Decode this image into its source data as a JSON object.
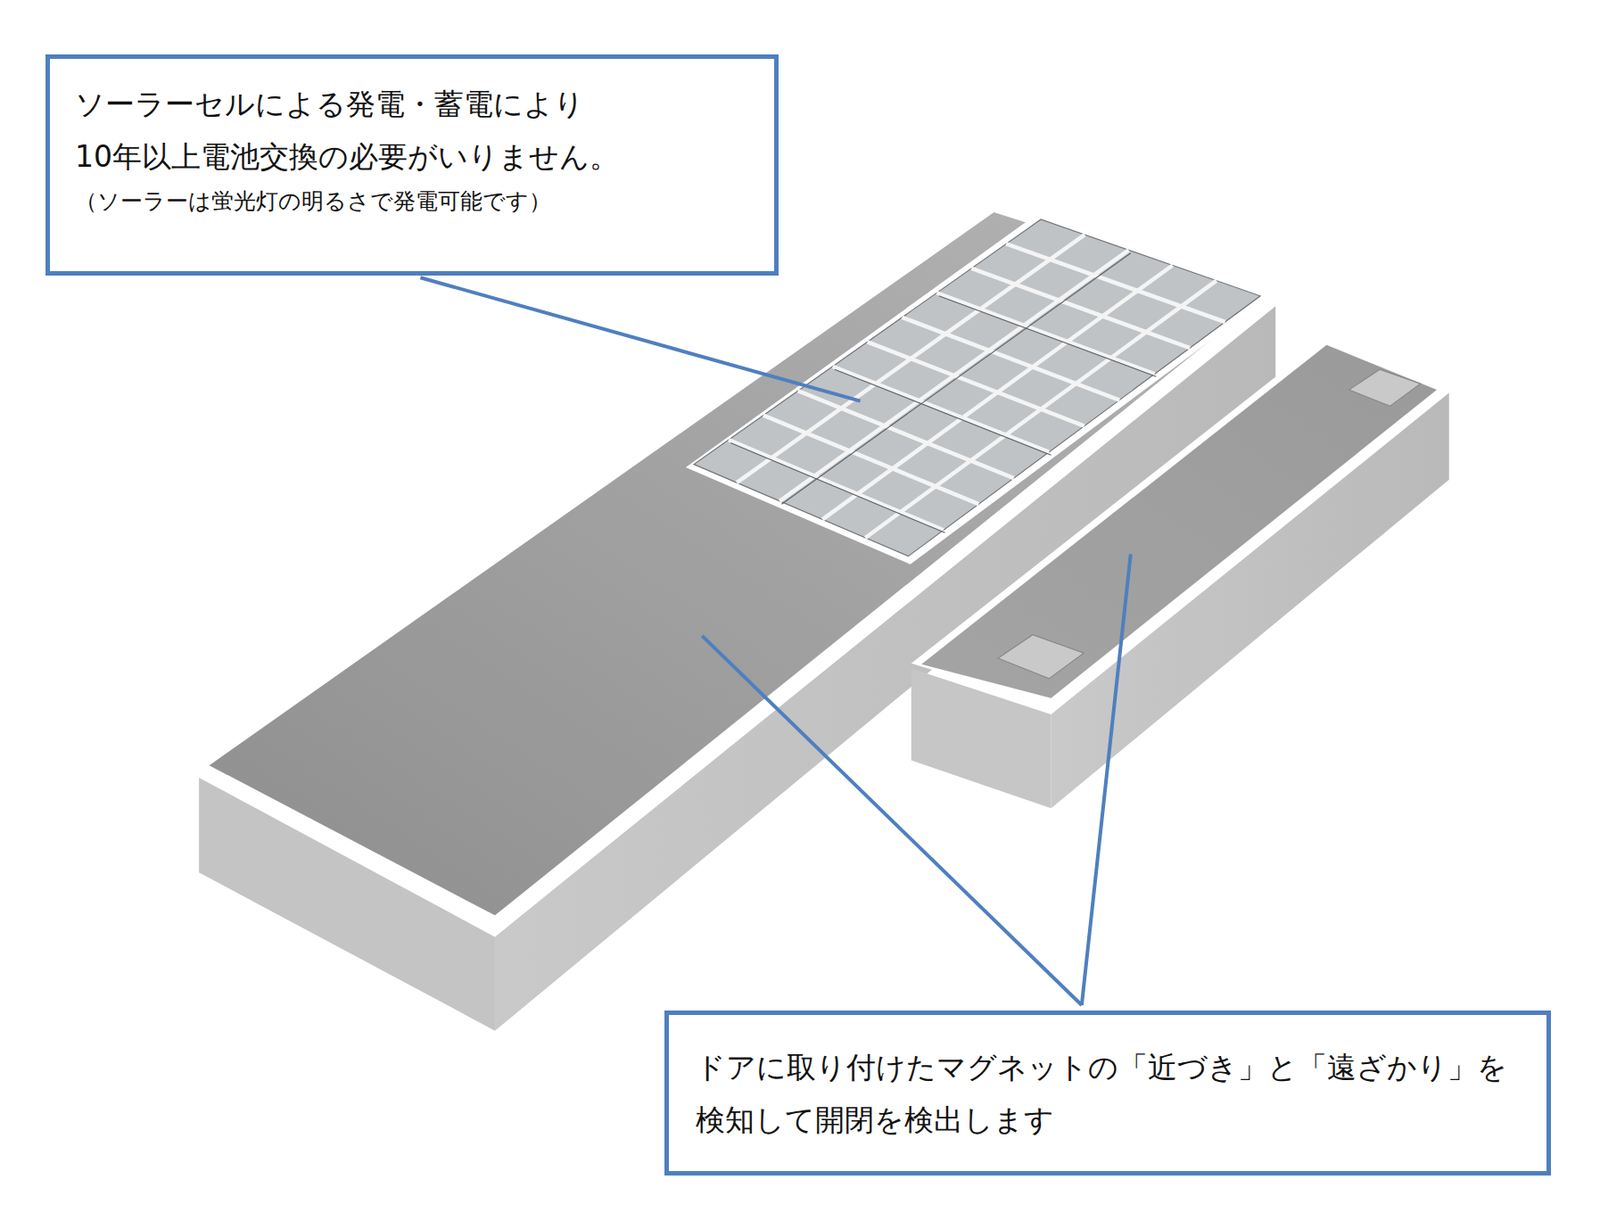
{
  "diagram": {
    "nodes": [
      {
        "text": [
          "ソーラーセルによる発電・蓄電により 10年以上電池交換の必要がいりません。",
          "（ソーラーは蛍光灯の明るさで発電可能です）"
        ]
      },
      {
        "text": [
          "ドアに取り付けたマグネットの「近づき」と「遠ざかり」を 検知して開閉を検出します"
        ]
      }
    ]
  }
}
